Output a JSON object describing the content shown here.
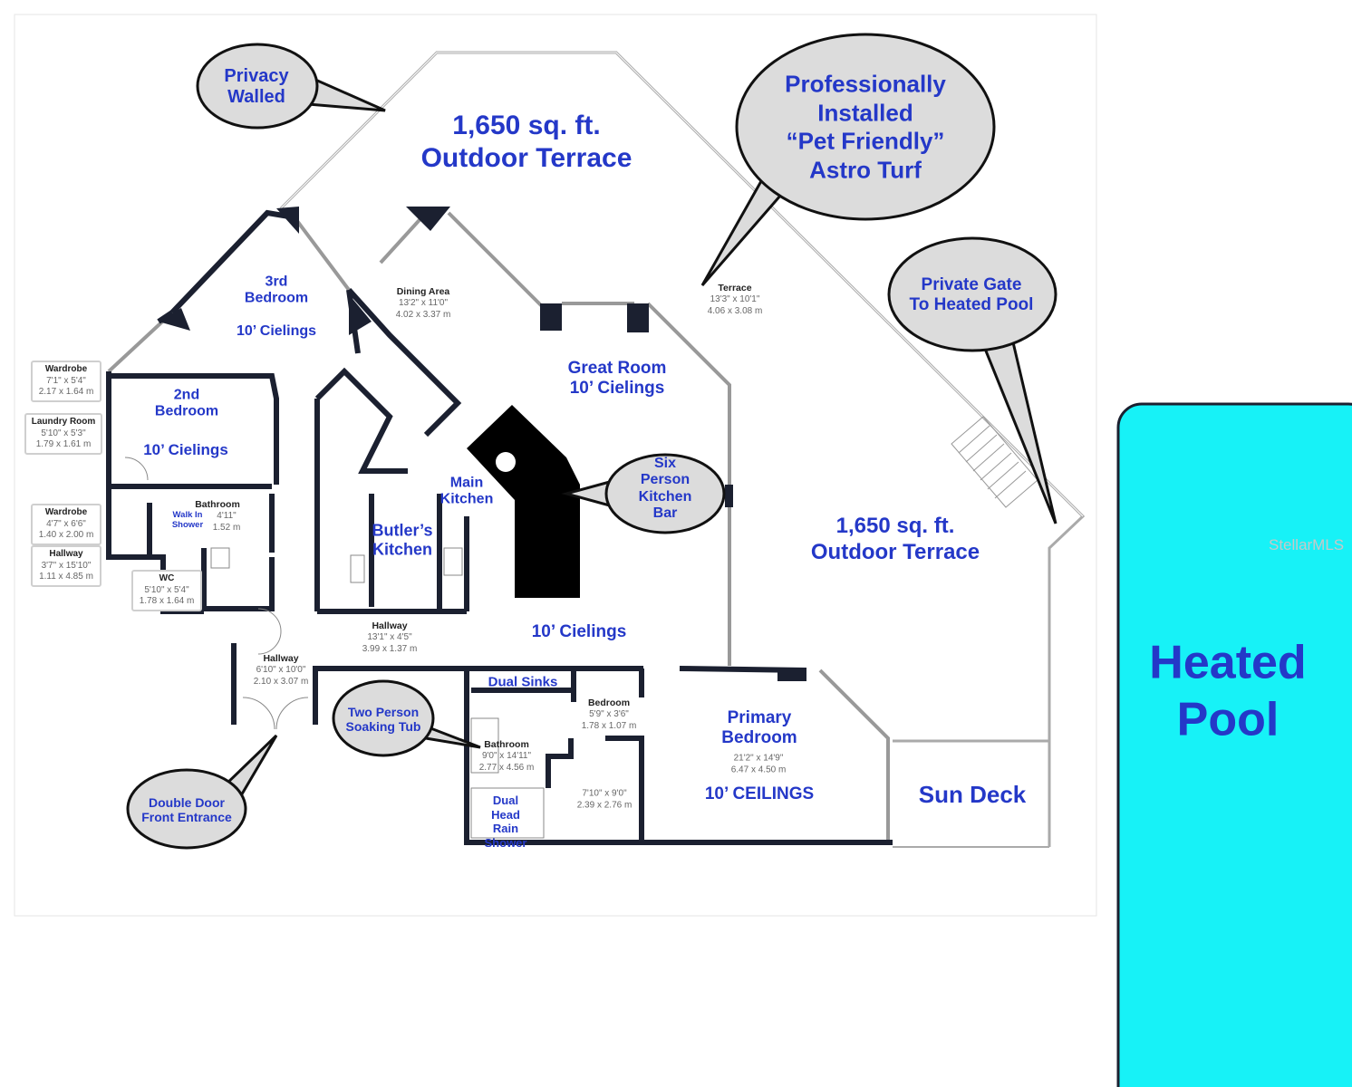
{
  "callouts": {
    "privacy": [
      "Privacy",
      "Walled"
    ],
    "astro": [
      "Professionally",
      "Installed",
      "“Pet Friendly”",
      "Astro Turf"
    ],
    "gate": [
      "Private Gate",
      "To Heated Pool"
    ],
    "bar": [
      "Six",
      "Person",
      "Kitchen",
      "Bar"
    ],
    "tub": [
      "Two Person",
      "Soaking Tub"
    ],
    "entrance": [
      "Double Door",
      "Front Entrance"
    ]
  },
  "labels": {
    "terrace_top": [
      "1,650 sq. ft.",
      "Outdoor Terrace"
    ],
    "terrace_right": [
      "1,650 sq. ft.",
      "Outdoor Terrace"
    ],
    "third_bedroom": [
      "3rd",
      "Bedroom"
    ],
    "third_ceilings": "10’ Cielings",
    "second_bedroom": [
      "2nd",
      "Bedroom"
    ],
    "second_ceilings": "10’ Cielings",
    "great_room": [
      "Great Room",
      "10’ Cielings"
    ],
    "main_kitchen": [
      "Main",
      "Kitchen"
    ],
    "butlers_kitchen": [
      "Butler’s",
      "Kitchen"
    ],
    "walk_in_shower": [
      "Walk In",
      "Shower"
    ],
    "hall_ceilings": "10’ Cielings",
    "dual_sinks": "Dual Sinks",
    "rain_shower": [
      "Dual",
      "Head",
      "Rain",
      "Shower"
    ],
    "primary_bedroom": [
      "Primary",
      "Bedroom"
    ],
    "primary_ceilings": "10’ CEILINGS",
    "sun_deck": "Sun Deck",
    "pool": [
      "Heated",
      "Pool"
    ]
  },
  "rooms": {
    "dining": {
      "name": "Dining Area",
      "imp": "13'2\" x 11'0\"",
      "met": "4.02 x 3.37 m"
    },
    "terrace": {
      "name": "Terrace",
      "imp": "13'3\" x 10'1\"",
      "met": "4.06 x 3.08 m"
    },
    "bathroom_small": {
      "name": "Bathroom",
      "imp": "4'11\"",
      "met": "1.52 m"
    },
    "hallway_main": {
      "name": "Hallway",
      "imp": "13'1\" x 4'5\"",
      "met": "3.99 x 1.37 m"
    },
    "hallway_entry": {
      "name": "Hallway",
      "imp": "6'10\" x 10'0\"",
      "met": "2.10 x 3.07 m"
    },
    "bedroom_small": {
      "name": "Bedroom",
      "imp": "5'9\" x 3'6\"",
      "met": "1.78 x 1.07 m"
    },
    "bathroom_primary": {
      "name": "Bathroom",
      "imp": "9'0\" x 14'11\"",
      "met": "2.77 x 4.56 m"
    },
    "closet": {
      "imp": "7'10\" x 9'0\"",
      "met": "2.39 x 2.76 m"
    },
    "primary": {
      "imp": "21'2\" x 14'9\"",
      "met": "6.47 x 4.50 m"
    }
  },
  "boxes": [
    {
      "name": "Wardrobe",
      "imp": "7'1\" x 5'4\"",
      "met": "2.17 x 1.64 m"
    },
    {
      "name": "Laundry Room",
      "imp": "5'10\" x 5'3\"",
      "met": "1.79 x 1.61 m"
    },
    {
      "name": "Wardrobe",
      "imp": "4'7\" x 6'6\"",
      "met": "1.40 x 2.00 m"
    },
    {
      "name": "Hallway",
      "imp": "3'7\" x 15'10\"",
      "met": "1.11 x 4.85 m"
    },
    {
      "name": "WC",
      "imp": "5'10\" x 5'4\"",
      "met": "1.78 x 1.64 m"
    }
  ],
  "watermark": "StellarMLS",
  "colors": {
    "label": "#2438c8",
    "pool": "#17f2f7",
    "wall": "#1b2030",
    "bubble": "#dcdcdc"
  }
}
